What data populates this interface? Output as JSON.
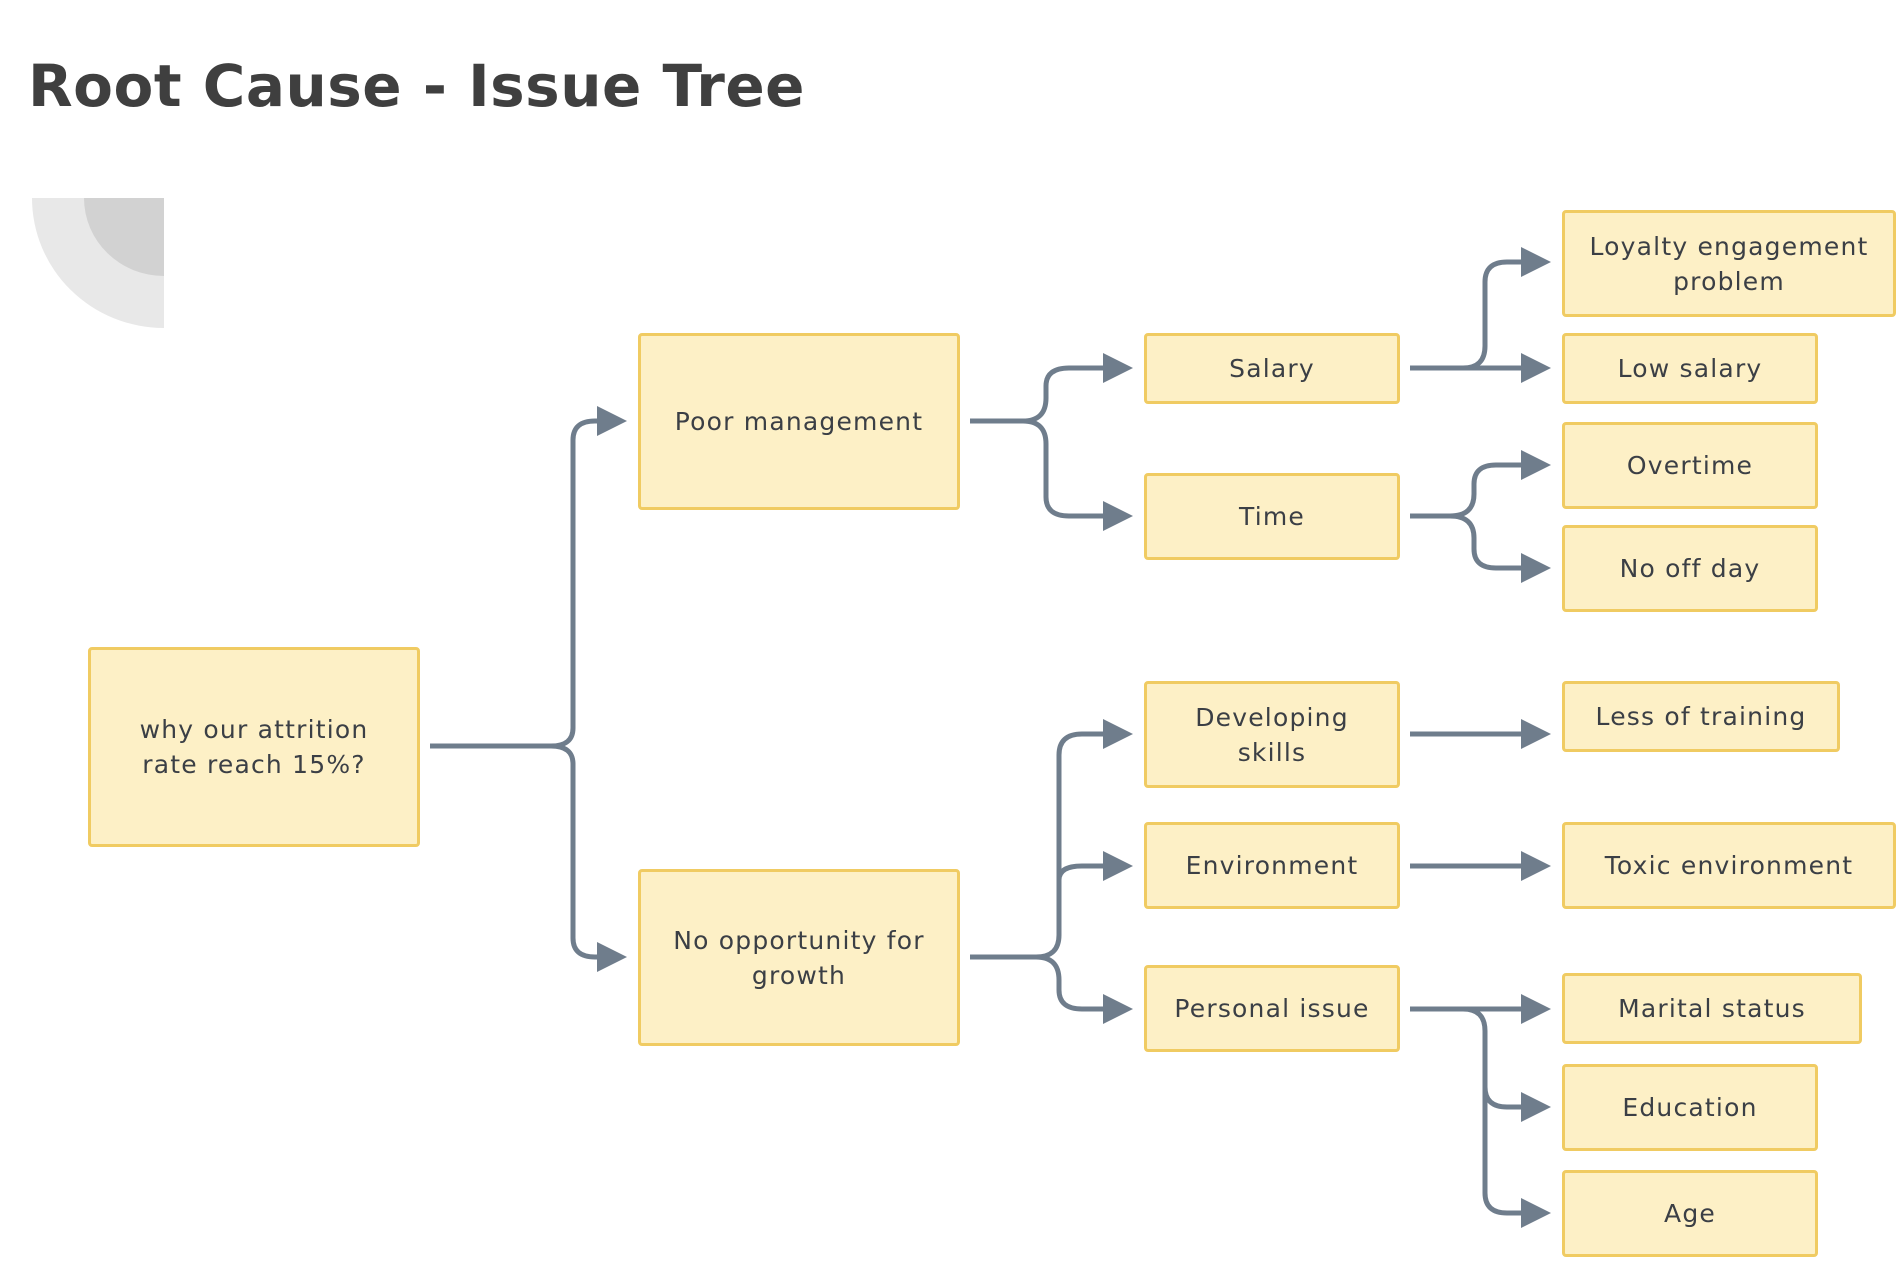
{
  "title": "Root Cause - Issue Tree",
  "colors": {
    "node_fill": "#fdf0c6",
    "node_border": "#f0cb62",
    "connector": "#6f7d8c",
    "title": "#3f3f3f"
  },
  "tree": {
    "root": "why our attrition rate reach 15%?",
    "level1": [
      "Poor management",
      "No opportunity for growth"
    ],
    "level2": [
      "Salary",
      "Time",
      "Developing skills",
      "Environment",
      "Personal issue"
    ],
    "level3": [
      "Loyalty engagement problem",
      "Low salary",
      "Overtime",
      "No off day",
      "Less of training",
      "Toxic environment",
      "Marital status",
      "Education",
      "Age"
    ]
  }
}
